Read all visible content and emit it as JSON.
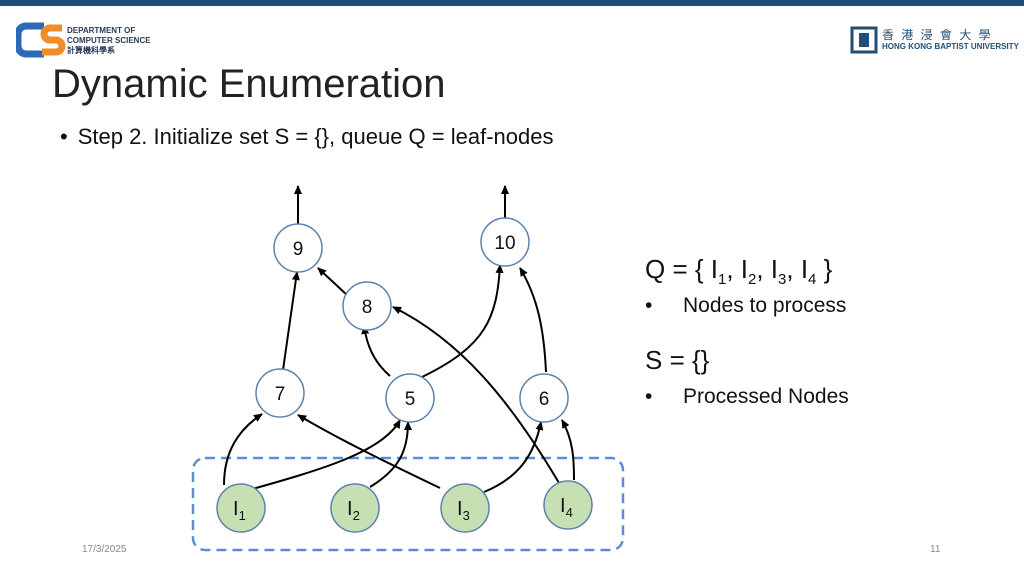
{
  "header": {
    "dept_line1": "DEPARTMENT OF",
    "dept_line2": "COMPUTER SCIENCE",
    "dept_line3": "計算機科學系",
    "univ_cn": "香 港 浸 會 大 學",
    "univ_en": "HONG KONG BAPTIST UNIVERSITY"
  },
  "slide": {
    "title": "Dynamic Enumeration",
    "bullet": "Step 2. Initialize set S = {}, queue Q = leaf-nodes",
    "q_text_prefix": "Q = { I",
    "q_items": [
      "1",
      "2",
      "3",
      "4"
    ],
    "q_desc": "Nodes to process",
    "s_text": "S = {}",
    "s_desc": "Processed Nodes",
    "bullet_symbol": "•"
  },
  "graph": {
    "nodes": [
      {
        "id": "9",
        "label": "9",
        "kind": "plain"
      },
      {
        "id": "10",
        "label": "10",
        "kind": "plain"
      },
      {
        "id": "8",
        "label": "8",
        "kind": "plain"
      },
      {
        "id": "7",
        "label": "7",
        "kind": "plain"
      },
      {
        "id": "5",
        "label": "5",
        "kind": "plain"
      },
      {
        "id": "6",
        "label": "6",
        "kind": "plain"
      },
      {
        "id": "I1",
        "label": "I",
        "sub": "1",
        "kind": "leaf"
      },
      {
        "id": "I2",
        "label": "I",
        "sub": "2",
        "kind": "leaf"
      },
      {
        "id": "I3",
        "label": "I",
        "sub": "3",
        "kind": "leaf"
      },
      {
        "id": "I4",
        "label": "I",
        "sub": "4",
        "kind": "leaf"
      }
    ],
    "colors": {
      "leaf_fill": "#c6e0b4",
      "node_stroke": "#5b82ad",
      "edge": "#000000",
      "dash_box": "#5b8fd1"
    }
  },
  "footer": {
    "date": "17/3/2025",
    "page": "11"
  }
}
